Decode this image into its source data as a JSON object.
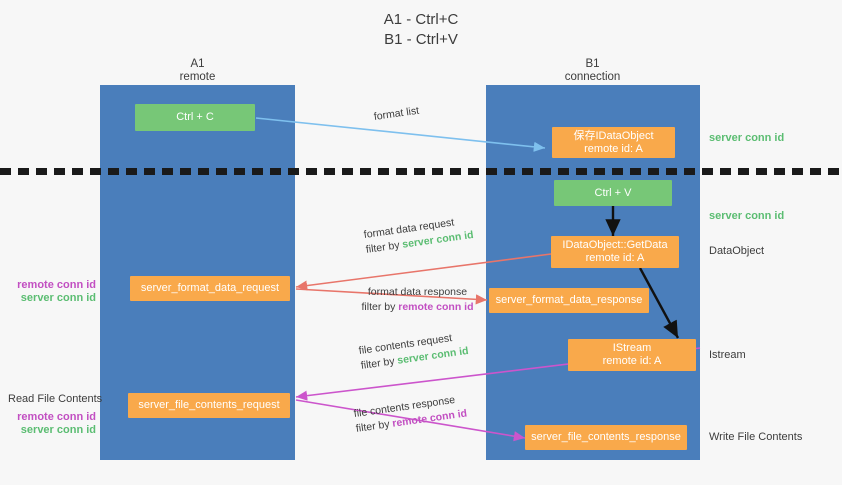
{
  "title": {
    "line1": "A1 - Ctrl+C",
    "line2": "B1 - Ctrl+V"
  },
  "lanes": [
    {
      "name": "A1",
      "sub": "remote"
    },
    {
      "name": "B1",
      "sub": "connection"
    }
  ],
  "boxes": {
    "ctrl_c": {
      "line1": "Ctrl + C",
      "line2": "",
      "color": "#77c777"
    },
    "ctrl_v": {
      "line1": "Ctrl + V",
      "line2": "",
      "color": "#77c777"
    },
    "idataobject_save": {
      "line1": "保存IDataObject",
      "line2": "remote id: A",
      "color": "#f9a94b"
    },
    "idataobject_getdata": {
      "line1": "IDataObject::GetData",
      "line2": "remote id: A",
      "color": "#f9a94b"
    },
    "istream": {
      "line1": "IStream",
      "line2": "remote id: A",
      "color": "#f9a94b"
    },
    "server_format_data_request": {
      "line1": "server_format_data_request",
      "line2": "",
      "color": "#f9a94b"
    },
    "server_format_data_response": {
      "line1": "server_format_data_response",
      "line2": "",
      "color": "#f9a94b"
    },
    "server_file_contents_request": {
      "line1": "server_file_contents_request",
      "line2": "",
      "color": "#f9a94b"
    },
    "server_file_contents_response": {
      "line1": "server_file_contents_response",
      "line2": "",
      "color": "#f9a94b"
    }
  },
  "mid_labels": {
    "format_list": "format list",
    "format_data_request": "format data request",
    "format_data_request_filter_prefix": "filter by ",
    "format_data_request_filter_key": "server conn id",
    "format_data_response": "format data response",
    "format_data_response_filter_prefix": "filter by ",
    "format_data_response_filter_key": "remote conn id",
    "file_contents_request": "file contents request",
    "file_contents_request_filter_prefix": "filter by ",
    "file_contents_request_filter_key": "server conn id",
    "file_contents_response": "file contents response",
    "file_contents_response_filter_prefix": "filter by ",
    "file_contents_response_filter_key": "remote conn id"
  },
  "right_labels": {
    "server_conn_id_top": "server conn id",
    "server_conn_id_mid": "server conn id",
    "dataobject": "DataObject",
    "istream": "Istream",
    "write_file_contents": "Write File Contents"
  },
  "left_labels": {
    "remote_conn_id_upper": "remote conn id",
    "server_conn_id_upper": "server conn id",
    "read_file_contents": "Read File Contents",
    "remote_conn_id_lower": "remote conn id",
    "server_conn_id_lower": "server conn id"
  },
  "colors": {
    "lane": "#4a7ebb",
    "orange": "#f9a94b",
    "green_box": "#77c777",
    "green_text": "#5bbd72",
    "magenta_text": "#c24fc2",
    "arrow_blue": "#7ec0ee",
    "arrow_red": "#e8756a",
    "arrow_magenta": "#cc55cc",
    "arrow_black": "#111111",
    "background": "#f7f7f7"
  }
}
